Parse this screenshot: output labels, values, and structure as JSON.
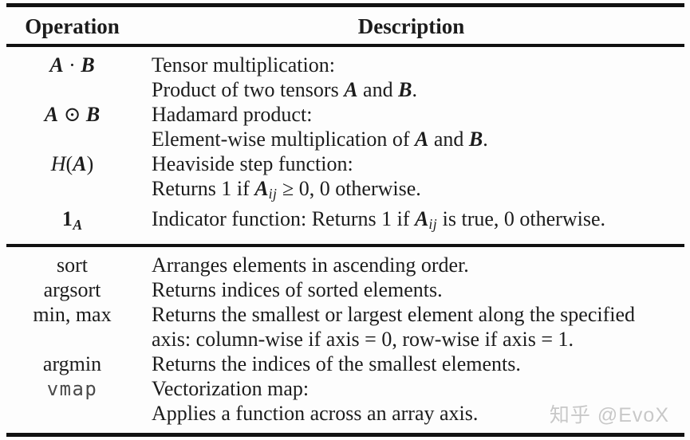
{
  "table": {
    "header": {
      "operation": "Operation",
      "description": "Description"
    },
    "sections": [
      {
        "rows": [
          {
            "op": [
              {
                "t": "A",
                "s": "bi"
              },
              {
                "t": " · ",
                "s": "plain"
              },
              {
                "t": "B",
                "s": "bi"
              }
            ],
            "desc": [
              "Tensor multiplication:",
              [
                "Product of two tensors ",
                {
                  "t": "A",
                  "s": "bi"
                },
                " and ",
                {
                  "t": "B",
                  "s": "bi"
                },
                "."
              ]
            ]
          },
          {
            "op": [
              {
                "t": "A",
                "s": "bi"
              },
              {
                "t": " ⊙ ",
                "s": "plain"
              },
              {
                "t": "B",
                "s": "bi"
              }
            ],
            "desc": [
              "Hadamard product:",
              [
                "Element-wise multiplication of ",
                {
                  "t": "A",
                  "s": "bi"
                },
                " and ",
                {
                  "t": "B",
                  "s": "bi"
                },
                "."
              ]
            ]
          },
          {
            "op": [
              {
                "t": "H",
                "s": "i"
              },
              "(",
              {
                "t": "A",
                "s": "bi"
              },
              ")"
            ],
            "desc": [
              "Heaviside step function:",
              [
                "Returns 1 if ",
                {
                  "t": "A",
                  "s": "bi"
                },
                {
                  "t": "ij",
                  "s": "sub"
                },
                " ≥ 0, 0 otherwise."
              ]
            ]
          },
          {
            "op": [
              {
                "t": "1",
                "s": "bb"
              },
              {
                "t": "A",
                "s": "subbi"
              }
            ],
            "desc": [
              [
                "Indicator function: Returns 1 if ",
                {
                  "t": "A",
                  "s": "bi"
                },
                {
                  "t": "ij",
                  "s": "sub"
                },
                " is true, 0 otherwise."
              ]
            ]
          }
        ]
      },
      {
        "rows": [
          {
            "op": "sort",
            "desc": [
              "Arranges elements in ascending order."
            ]
          },
          {
            "op": "argsort",
            "desc": [
              "Returns indices of sorted elements."
            ]
          },
          {
            "op": "min, max",
            "desc": [
              "Returns the smallest or largest element along the specified",
              "axis: column-wise if axis = 0, row-wise if axis = 1."
            ]
          },
          {
            "op": "argmin",
            "desc": [
              "Returns the indices of the smallest elements."
            ]
          },
          {
            "op": [
              {
                "t": "vmap",
                "s": "mono"
              }
            ],
            "desc": [
              "Vectorization map:",
              "Applies a function across an array axis."
            ]
          }
        ]
      }
    ]
  },
  "watermark": {
    "text": "知乎 @EvoX"
  },
  "colors": {
    "rule": "#111111",
    "text": "#1c1c1c",
    "mono_text": "#4a4a4a",
    "watermark": "#c8c8c8",
    "background": "#fdfdfd"
  }
}
